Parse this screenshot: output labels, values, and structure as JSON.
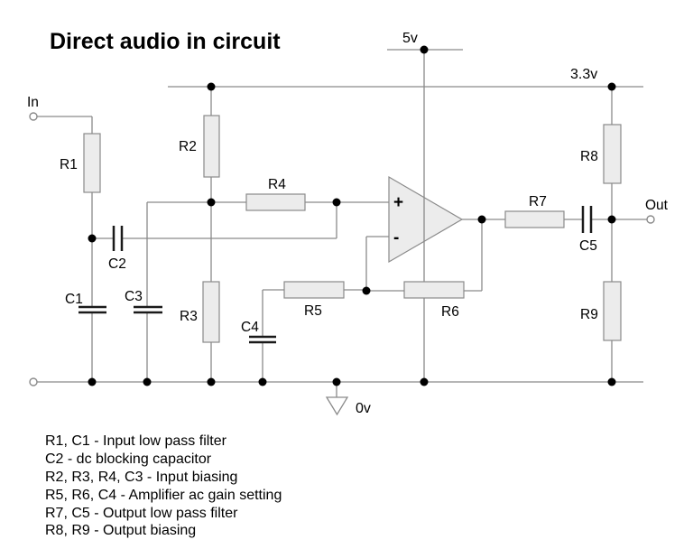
{
  "title": "Direct audio in circuit",
  "colors": {
    "wire": "#8a8a8a",
    "component_fill": "#ececec",
    "capacitor_plate": "#1a1a1a",
    "junction_dot": "#000000",
    "text": "#000000",
    "background": "#ffffff"
  },
  "power": {
    "supply_5v": "5v",
    "supply_3v3": "3.3v",
    "ground_0v": "0v"
  },
  "terminals": {
    "in": "In",
    "out": "Out"
  },
  "components": {
    "r1": "R1",
    "r2": "R2",
    "r3": "R3",
    "r4": "R4",
    "r5": "R5",
    "r6": "R6",
    "r7": "R7",
    "r8": "R8",
    "r9": "R9",
    "c1": "C1",
    "c2": "C2",
    "c3": "C3",
    "c4": "C4",
    "c5": "C5"
  },
  "opamp": {
    "noninverting_input": "+",
    "inverting_input": "-"
  },
  "legend": [
    "R1, C1 - Input low pass filter",
    "C2 - dc blocking capacitor",
    "R2, R3, R4, C3 - Input biasing",
    "R5, R6, C4 - Amplifier ac gain setting",
    "R7, C5 - Output low pass filter",
    "R8, R9 - Output biasing"
  ]
}
